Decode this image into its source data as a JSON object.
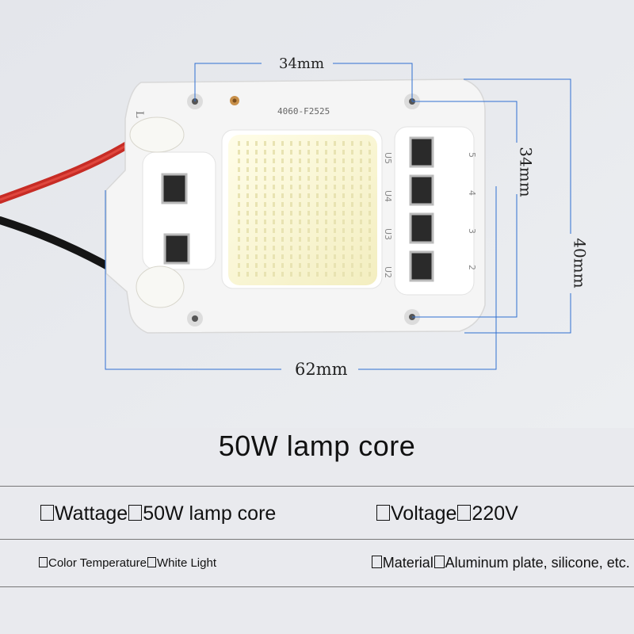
{
  "dimensions": {
    "top": "34mm",
    "bottom": "62mm",
    "right_inner": "34mm",
    "right_outer": "40mm"
  },
  "board": {
    "model": "4060-F2525",
    "left_mark": "L",
    "right_labels": [
      "U5",
      "U4",
      "U3",
      "U2"
    ],
    "right_numbers": [
      "5",
      "4",
      "3",
      "2"
    ]
  },
  "title": "50W lamp core",
  "specs": {
    "wattage": "Wattage",
    "wattage_value": "50W lamp core",
    "voltage": "Voltage",
    "voltage_value": "220V",
    "color_temp": "Color Temperature",
    "color_temp_value": "White Light",
    "material": "Material",
    "material_value": "Aluminum plate, silicone, etc."
  },
  "colors": {
    "board": "#f4f4f4",
    "led": "#fbf8d8",
    "dimension_line_blue": "#2f6fd1",
    "wire_red": "#d8322b",
    "wire_black": "#1a1a1a"
  }
}
